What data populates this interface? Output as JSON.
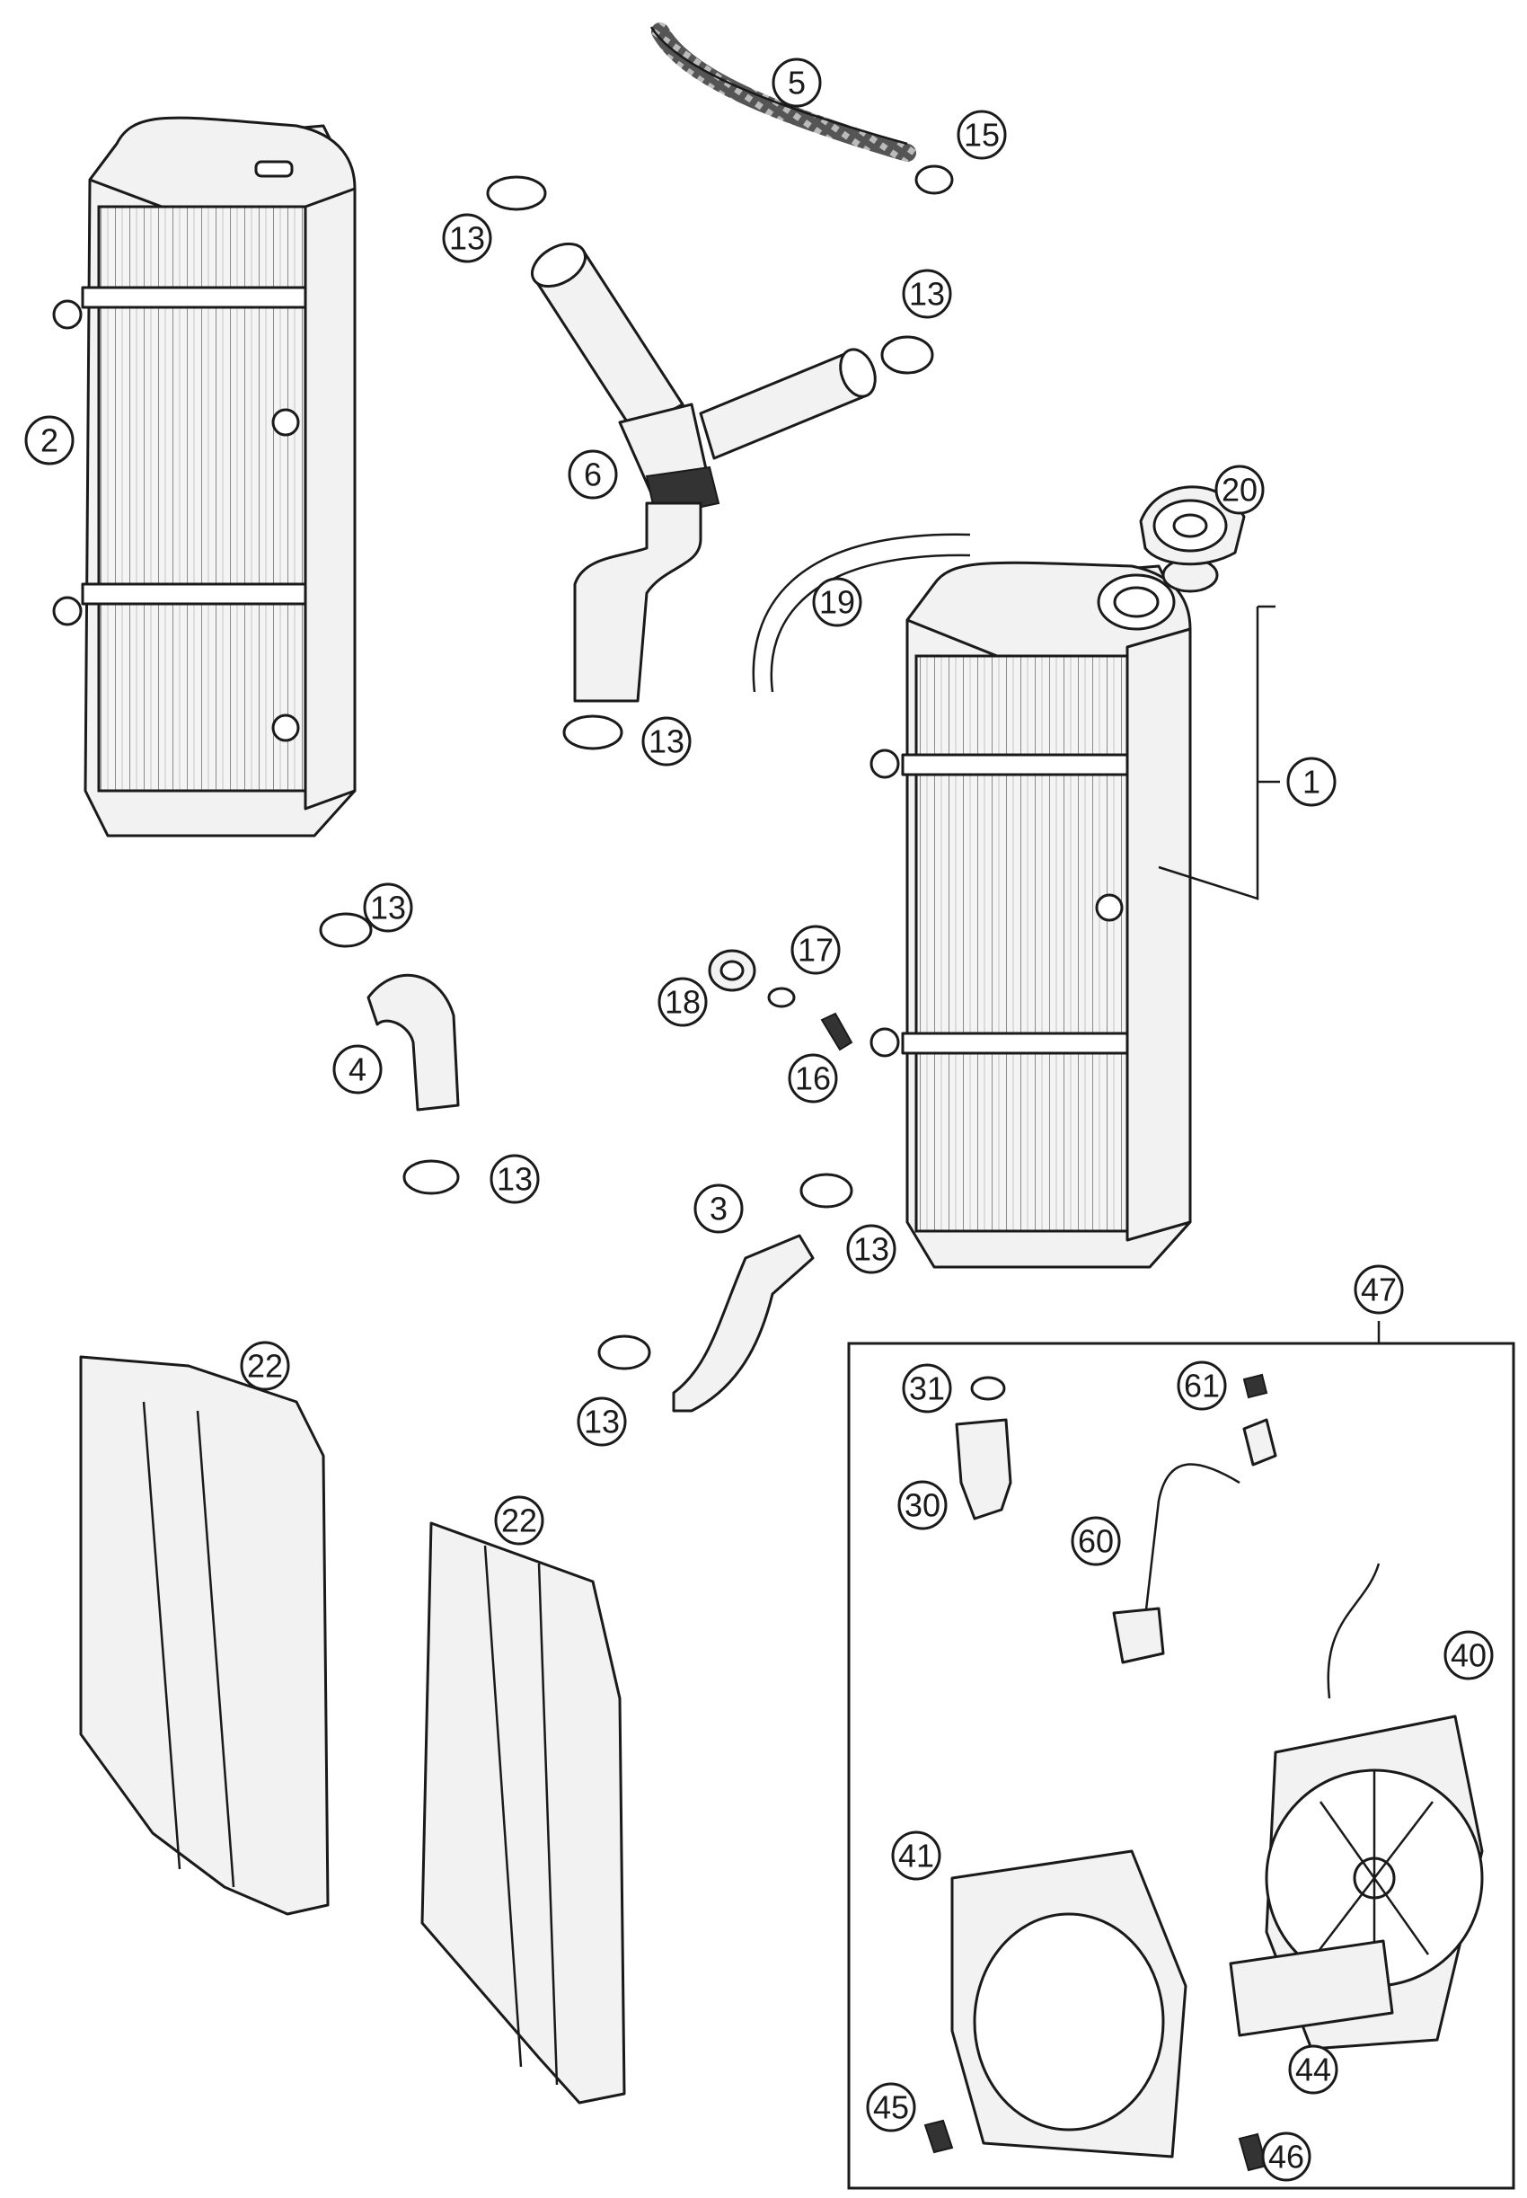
{
  "callouts": {
    "c1": "1",
    "c2": "2",
    "c3": "3",
    "c4": "4",
    "c5": "5",
    "c6": "6",
    "c13a": "13",
    "c13b": "13",
    "c13c": "13",
    "c13d": "13",
    "c13e": "13",
    "c13f": "13",
    "c13g": "13",
    "c15": "15",
    "c16": "16",
    "c17": "17",
    "c18": "18",
    "c19": "19",
    "c20": "20",
    "c22a": "22",
    "c22b": "22",
    "c30": "30",
    "c31": "31",
    "c40": "40",
    "c41": "41",
    "c44": "44",
    "c45": "45",
    "c46": "46",
    "c47": "47",
    "c60": "60",
    "c61": "61"
  }
}
